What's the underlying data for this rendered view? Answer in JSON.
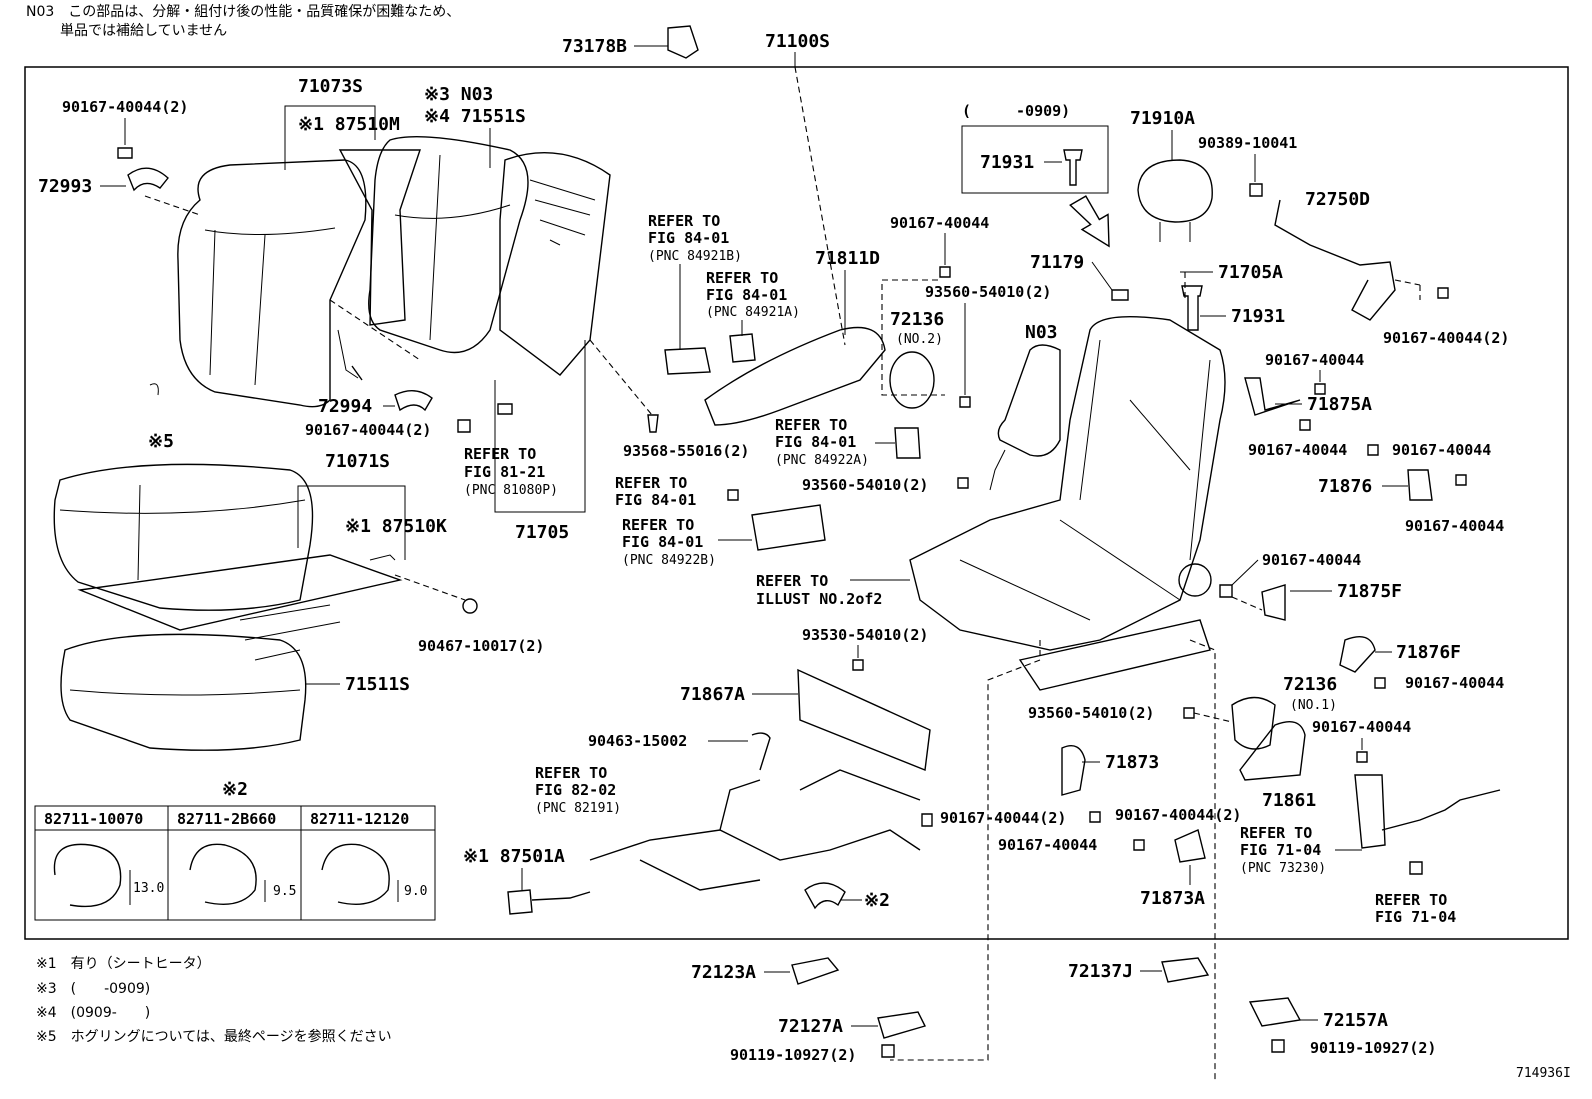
{
  "notes": {
    "n03_line1": "N03　この部品は、分解・組付け後の性能・品質確保が困難なため、",
    "n03_line2": "単品では補給していません",
    "legend_1": "※1　有り（シートヒータ）",
    "legend_3": "※3　(　　-0909)",
    "legend_4": "※4　(0909-　　)",
    "legend_5": "※5　ホグリングについては、最終ページを参照ください",
    "illustration_no": "714936I"
  },
  "labels": {
    "p73178B": "73178B",
    "p71100S": "71100S",
    "p71073S": "71073S",
    "m87510M": "※1 87510M",
    "m3n03": "※3 N03",
    "m4_71551S": "※4 71551S",
    "p90167_40044_2_a": "90167-40044(2)",
    "p72993": "72993",
    "p72994": "72994",
    "p90167_40044_2_b": "90167-40044(2)",
    "mark5": "※5",
    "p71071S": "71071S",
    "m87510K": "※1 87510K",
    "p90467_10017_2": "90467-10017(2)",
    "p71511S": "71511S",
    "mark2": "※2",
    "refer_fig81_1": "REFER TO",
    "refer_fig81_2": "FIG 81-21",
    "refer_fig81_3": "(PNC 81080P)",
    "p71705": "71705",
    "p93568_55016_2": "93568-55016(2)",
    "refer_84921B_1": "REFER TO",
    "refer_84921B_2": "FIG 84-01",
    "refer_84921B_3": "(PNC 84921B)",
    "refer_84921A_1": "REFER TO",
    "refer_84921A_2": "FIG 84-01",
    "refer_84921A_3": "(PNC 84921A)",
    "p71811D": "71811D",
    "refer_84922A_1": "REFER TO",
    "refer_84922A_2": "FIG 84-01",
    "refer_84922A_3": "(PNC 84922A)",
    "refer_84_01_1": "REFER TO",
    "refer_84_01_2": "FIG 84-01",
    "refer_84922B_1": "REFER TO",
    "refer_84922B_2": "FIG 84-01",
    "refer_84922B_3": "(PNC 84922B)",
    "p90167_40044_c": "90167-40044",
    "p93560_54010_2_a": "93560-54010(2)",
    "p72136_no2": "72136",
    "no2": "(NO.2)",
    "p93560_54010_2_b": "93560-54010(2)",
    "refer_illust_1": "REFER TO",
    "refer_illust_2": "ILLUST NO.2of2",
    "p93530_54010_2": "93530-54010(2)",
    "p71867A": "71867A",
    "p90463_15002": "90463-15002",
    "refer_82_02_1": "REFER TO",
    "refer_82_02_2": "FIG 82-02",
    "refer_82_02_3": "(PNC 82191)",
    "m87501A": "※1 87501A",
    "p90167_40044_2_d": "90167-40044(2)",
    "mark2b": "※2",
    "range_0909": "(　　　-0909)",
    "p71931_box": "71931",
    "p71910A": "71910A",
    "p90389_10041": "90389-10041",
    "p72750D": "72750D",
    "p71179": "71179",
    "p71705A": "71705A",
    "p71931": "71931",
    "n03b": "N03",
    "p90167_40044_2_e": "90167-40044(2)",
    "p90167_40044_f": "90167-40044",
    "p71875A": "71875A",
    "p90167_40044_g": "90167-40044",
    "p90167_40044_h": "90167-40044",
    "p71876": "71876",
    "p90167_40044_i": "90167-40044",
    "p90167_40044_j": "90167-40044",
    "p71875F": "71875F",
    "p71876F": "71876F",
    "p72136_no1": "72136",
    "no1": "(NO.1)",
    "p90167_40044_k": "90167-40044",
    "p93560_54010_2_c": "93560-54010(2)",
    "p90167_40044_l": "90167-40044",
    "p71873": "71873",
    "p71861": "71861",
    "p90167_40044_2_m": "90167-40044(2)",
    "p90167_40044_n": "90167-40044",
    "refer_71_04a_1": "REFER TO",
    "refer_71_04a_2": "FIG 71-04",
    "refer_71_04a_3": "(PNC 73230)",
    "refer_71_04b_1": "REFER TO",
    "refer_71_04b_2": "FIG 71-04",
    "p71873A": "71873A",
    "p72123A": "72123A",
    "p72137J": "72137J",
    "p72127A": "72127A",
    "p72157A": "72157A",
    "p90119_10927_2_a": "90119-10927(2)",
    "p90119_10927_2_b": "90119-10927(2)"
  },
  "table": {
    "columns": [
      "82711-10070",
      "82711-2B660",
      "82711-12120"
    ],
    "dims": [
      "13.0",
      "9.5",
      "9.0"
    ]
  }
}
